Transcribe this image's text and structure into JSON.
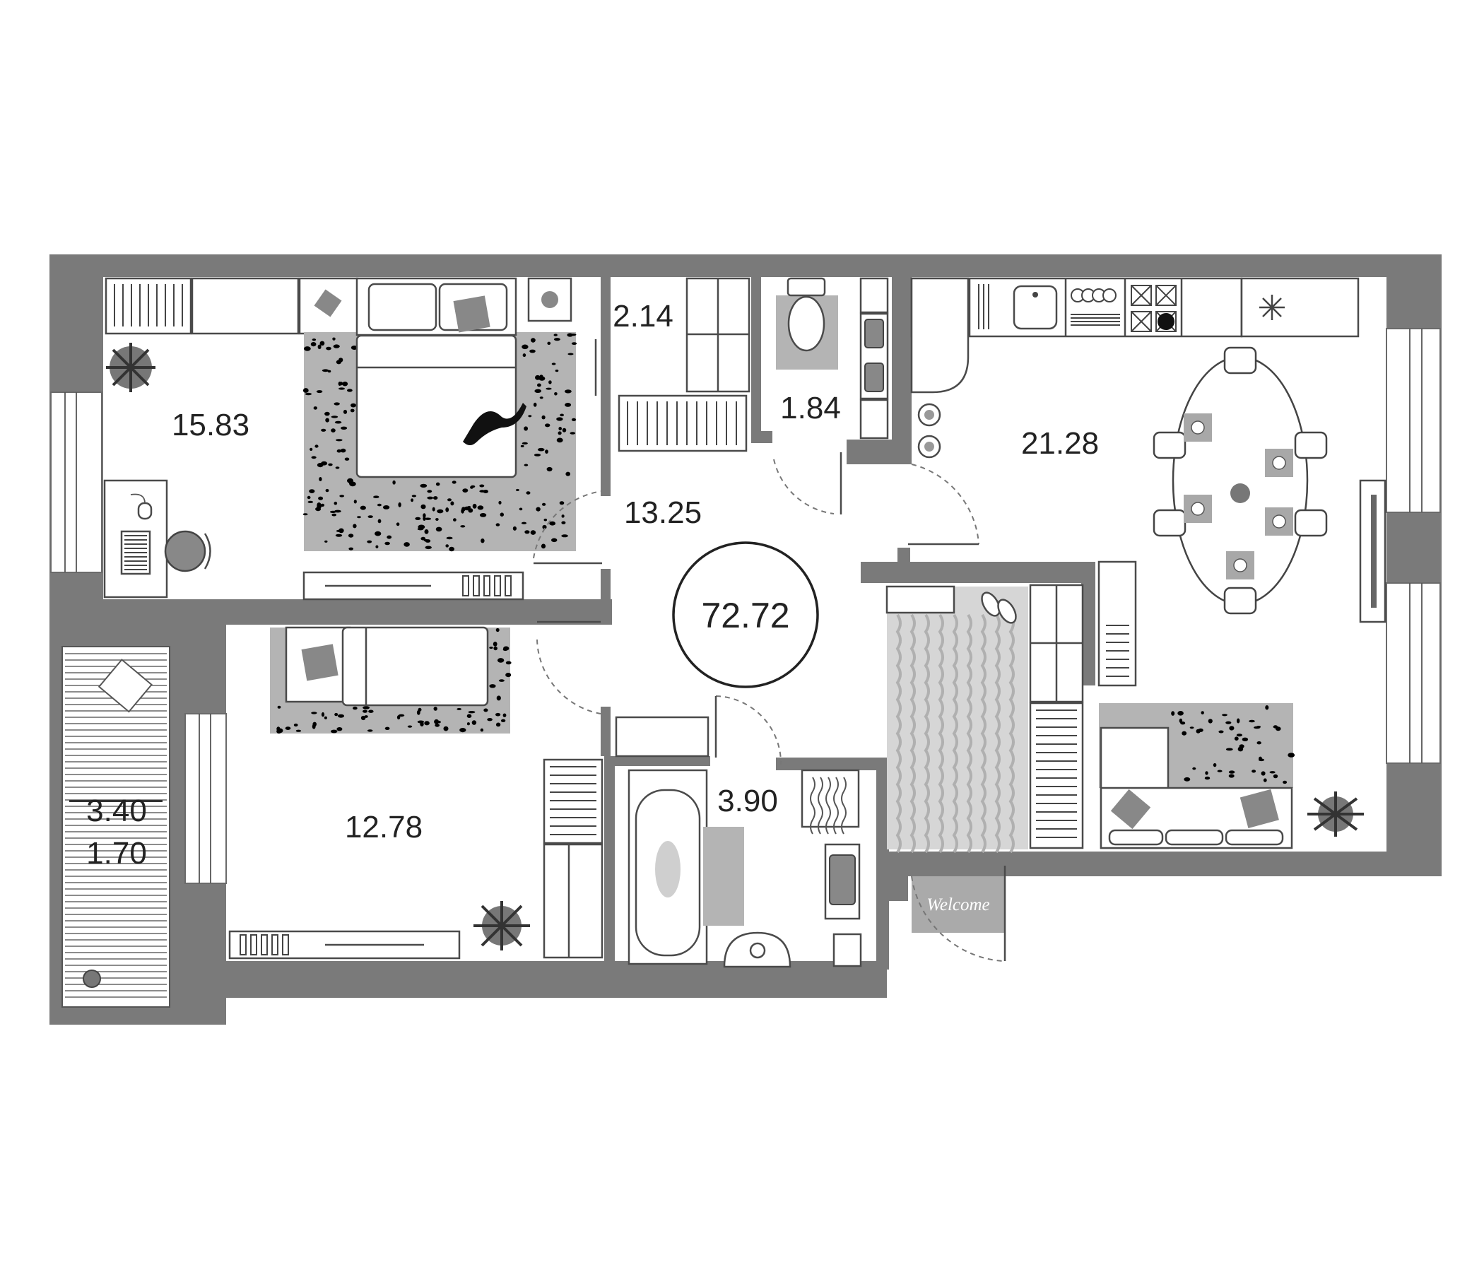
{
  "rooms": {
    "bedroom_large": "15.83",
    "storage": "2.14",
    "toilet": "1.84",
    "kitchen_living": "21.28",
    "hallway": "13.25",
    "bedroom_small": "12.78",
    "bathroom": "3.90",
    "balcony_area": "3.40",
    "balcony_reduced": "1.70"
  },
  "total_area": "72.72",
  "doormat_text": "Welcome"
}
